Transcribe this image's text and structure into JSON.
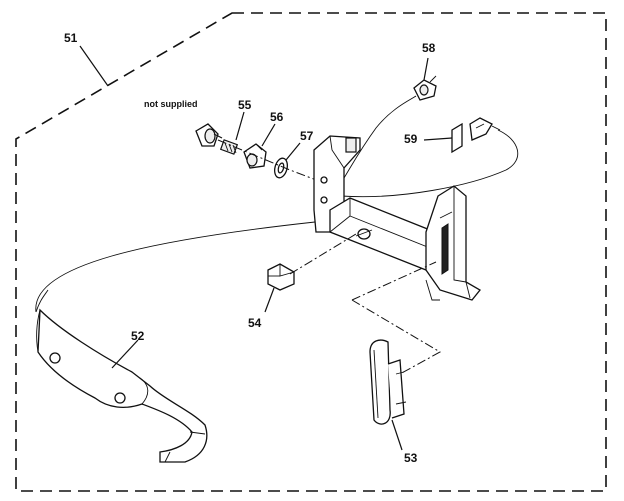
{
  "labels": {
    "p51": "51",
    "p52": "52",
    "p53": "53",
    "p54": "54",
    "p55": "55",
    "p56": "56",
    "p57": "57",
    "p58": "58",
    "p59": "59",
    "not_supplied": "not supplied"
  },
  "icons": [
    "strap-part-icon",
    "bracket-frame-icon",
    "clip-icon",
    "washer-icon",
    "knob-icon"
  ]
}
